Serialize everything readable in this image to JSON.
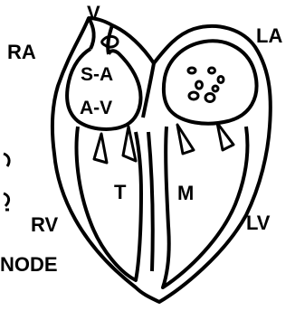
{
  "diagram": {
    "top_label": "V",
    "left_atrium_label": "LA",
    "right_atrium_label": "RA",
    "sa_label": "S-A",
    "av_label": "A-V",
    "tricuspid_label": "T",
    "mitral_label": "M",
    "right_ventricle_label": "RV",
    "left_ventricle_label": "LV",
    "node_label": "NODE"
  }
}
